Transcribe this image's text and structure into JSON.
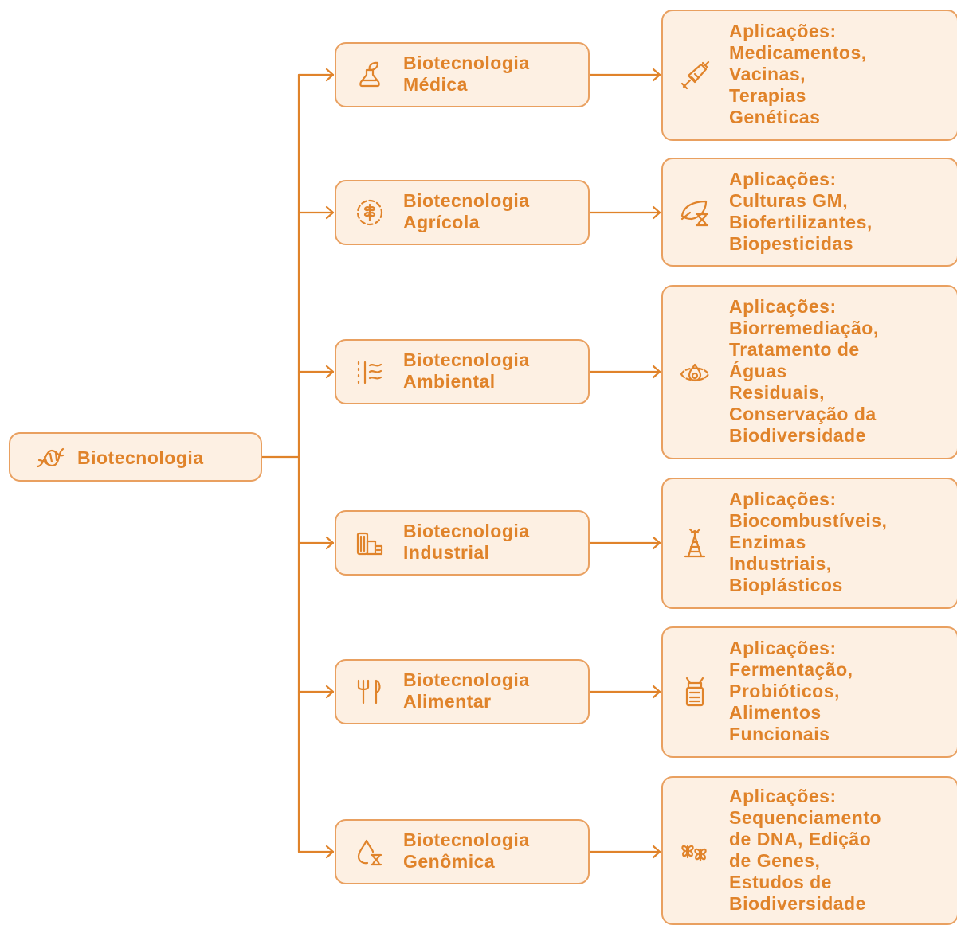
{
  "colors": {
    "accent": "#e0832a",
    "border": "#e9a060",
    "fill": "#fdf0e3",
    "line": "#e0832a"
  },
  "root": {
    "label": "Biotecnologia",
    "icon": "dna-icon"
  },
  "branches": [
    {
      "key": "medica",
      "title_lines": [
        "Biotecnologia",
        "Médica"
      ],
      "icon": "flask-leaf-icon",
      "app_icon": "syringe-icon",
      "app_lines": [
        "Aplicações:",
        "Medicamentos,",
        "Vacinas,",
        "Terapias",
        "Genéticas"
      ]
    },
    {
      "key": "agricola",
      "title_lines": [
        "Biotecnologia",
        "Agrícola"
      ],
      "icon": "wheat-circle-icon",
      "app_icon": "leaf-dna-icon",
      "app_lines": [
        "Aplicações:",
        "Culturas GM,",
        "Biofertilizantes,",
        "Biopesticidas"
      ]
    },
    {
      "key": "ambiental",
      "title_lines": [
        "Biotecnologia",
        "Ambiental"
      ],
      "icon": "wind-icon",
      "app_icon": "water-drop-eye-icon",
      "app_lines": [
        "Aplicações:",
        "Biorremediação,",
        "Tratamento de",
        "Águas",
        "Residuais,",
        "Conservação da",
        "Biodiversidade"
      ]
    },
    {
      "key": "industrial",
      "title_lines": [
        "Biotecnologia",
        "Industrial"
      ],
      "icon": "factory-icon",
      "app_icon": "oil-rig-icon",
      "app_lines": [
        "Aplicações:",
        "Biocombustíveis,",
        "Enzimas",
        "Industriais,",
        "Bioplásticos"
      ]
    },
    {
      "key": "alimentar",
      "title_lines": [
        "Biotecnologia",
        "Alimentar"
      ],
      "icon": "fork-knife-icon",
      "app_icon": "jar-icon",
      "app_lines": [
        "Aplicações:",
        "Fermentação,",
        "Probióticos,",
        "Alimentos",
        "Funcionais"
      ]
    },
    {
      "key": "genomica",
      "title_lines": [
        "Biotecnologia",
        "Genômica"
      ],
      "icon": "drop-dna-icon",
      "app_icon": "butterflies-icon",
      "app_lines": [
        "Aplicações:",
        "Sequenciamento",
        "de DNA, Edição",
        "de Genes,",
        "Estudos de",
        "Biodiversidade"
      ]
    }
  ]
}
